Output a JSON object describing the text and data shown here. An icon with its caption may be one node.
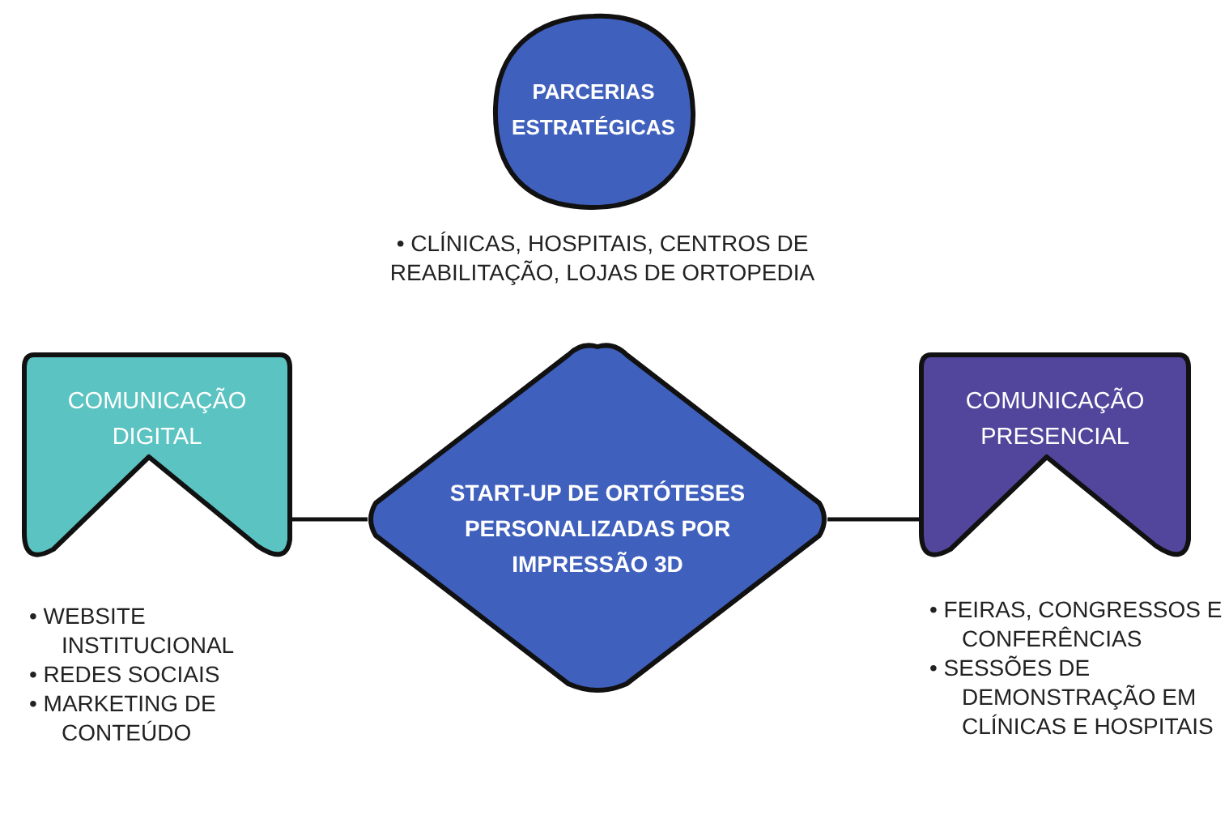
{
  "diagram": {
    "nodes": [
      {
        "text": [
          "PARCERIAS ESTRATÉGICAS"
        ],
        "beside": [
          "• CLÍNICAS, HOSPITAIS, CENTROS DE REABILITAÇÃO, LOJAS DE ORTOPEDIA"
        ]
      },
      {
        "text": [
          "COMUNICAÇÃO DIGITAL"
        ],
        "beside": [
          "• WEBSITE INSTITUCIONAL",
          "• REDES SOCIAIS",
          "• MARKETING DE CONTEÚDO"
        ]
      },
      {
        "text": [
          "START-UP DE ORTÓTESES PERSONALIZADAS POR IMPRESSÃO 3D"
        ]
      },
      {
        "text": [
          "COMUNICAÇÃO PRESENCIAL"
        ],
        "beside": [
          "• FEIRAS, CONGRESSOS E CONFERÊNCIAS",
          "• SESSÕES DE DEMONSTRAÇÃO EM CLÍNICAS E HOSPITAIS"
        ]
      }
    ],
    "edges": [
      {
        "from": 1,
        "to": 2,
        "arrow": "none"
      },
      {
        "from": 2,
        "to": 3,
        "arrow": "none"
      }
    ]
  }
}
